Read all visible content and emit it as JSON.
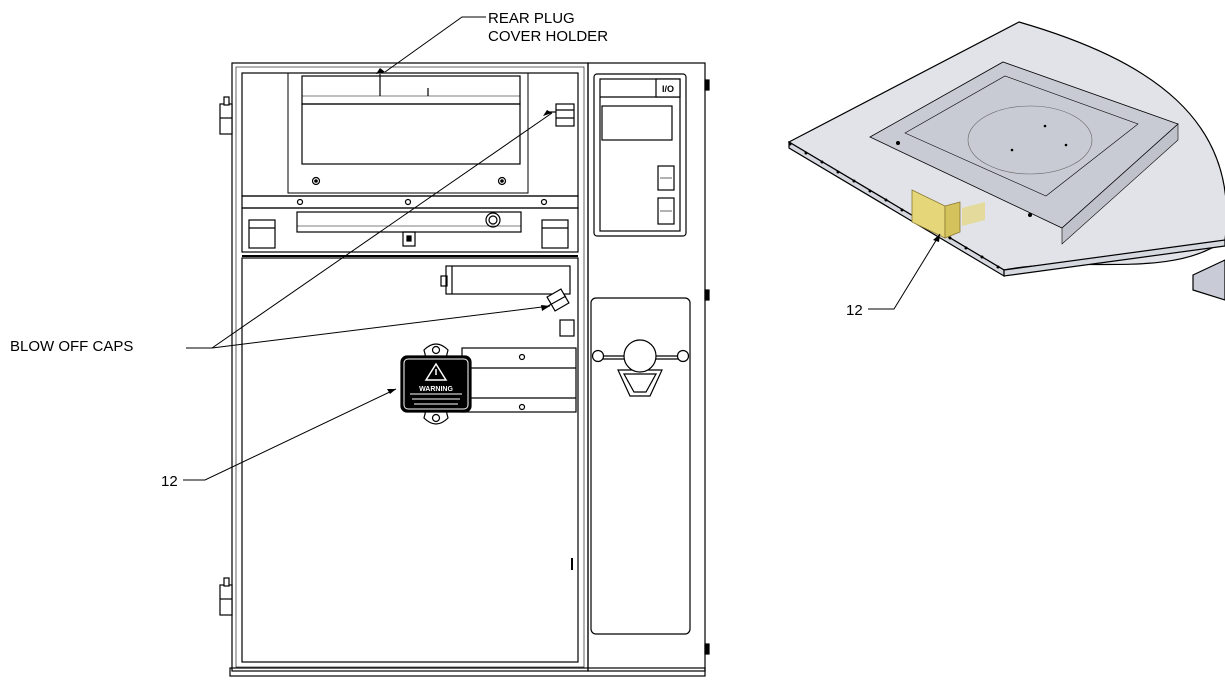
{
  "callouts": {
    "rear_plug_cover_holder": [
      "REAR PLUG",
      "COVER HOLDER"
    ],
    "blow_off_caps": "BLOW OFF CAPS",
    "item_12_front": "12",
    "item_12_detail": "12"
  },
  "panel": {
    "io_label": "I/O",
    "warning_title": "WARNING"
  },
  "colors": {
    "line": "#000000",
    "detail_tint": "#c9ccd6",
    "detail_highlight": "#e6d67a"
  }
}
